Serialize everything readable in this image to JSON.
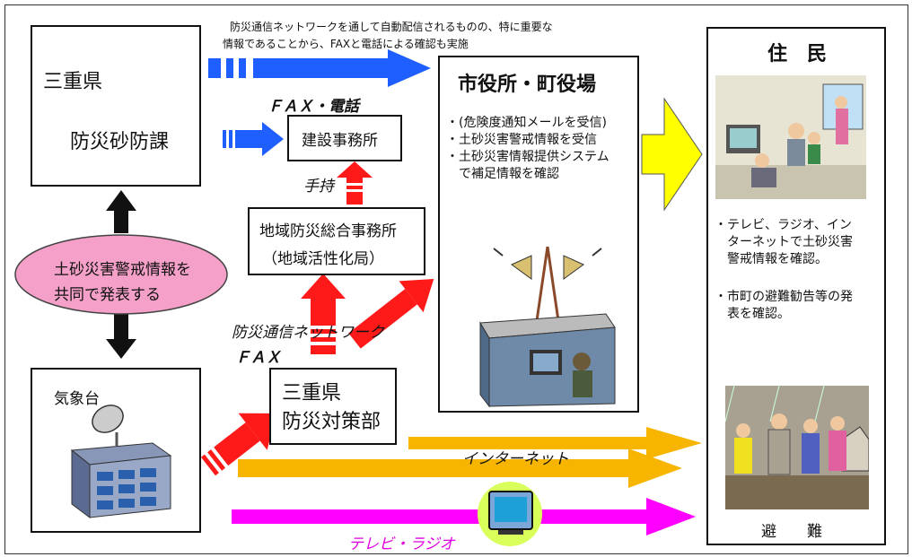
{
  "colors": {
    "blue": "#1f5fff",
    "red": "#ff1a1a",
    "yellow": "#ffff00",
    "orange": "#f7b500",
    "magenta": "#ff00ff",
    "pink_oval": "#f4a0c8"
  },
  "top_note": {
    "line1": "防災通信ネットワークを通して自動配信されるものの、特に重要な",
    "line2": "情報であることから、FAXと電話による確認も実施"
  },
  "mie": {
    "name": "三重県",
    "dept": "防災砂防課"
  },
  "fax_tel": "ＦＡＸ・電話",
  "construction": "建設事務所",
  "handheld": "手持",
  "regional": {
    "line1": "地域防災総合事務所",
    "line2": "（地域活性化局）"
  },
  "oval": {
    "line1": "土砂災害警戒情報を",
    "line2": "共同で発表する"
  },
  "network_fax": {
    "line1": "防災通信ネットワーク",
    "line2": "ＦＡＸ"
  },
  "weather": "気象台",
  "hq": {
    "line1": "三重県",
    "line2": "防災対策部"
  },
  "city": {
    "title": "市役所・町役場",
    "items": [
      "・(危険度通知メールを受信)",
      "・土砂災害警戒情報を受信",
      "・土砂災害情報提供システム",
      "　で補足情報を確認"
    ]
  },
  "residents": {
    "title": "住　民",
    "items": [
      "・テレビ、ラジオ、イン",
      "　ターネットで土砂災害",
      "　警戒情報を確認。",
      "・市町の避難勧告等の発",
      "　表を確認。"
    ],
    "evacuation": "避　　難"
  },
  "internet": "インターネット",
  "tv_radio": "テレビ・ラジオ"
}
